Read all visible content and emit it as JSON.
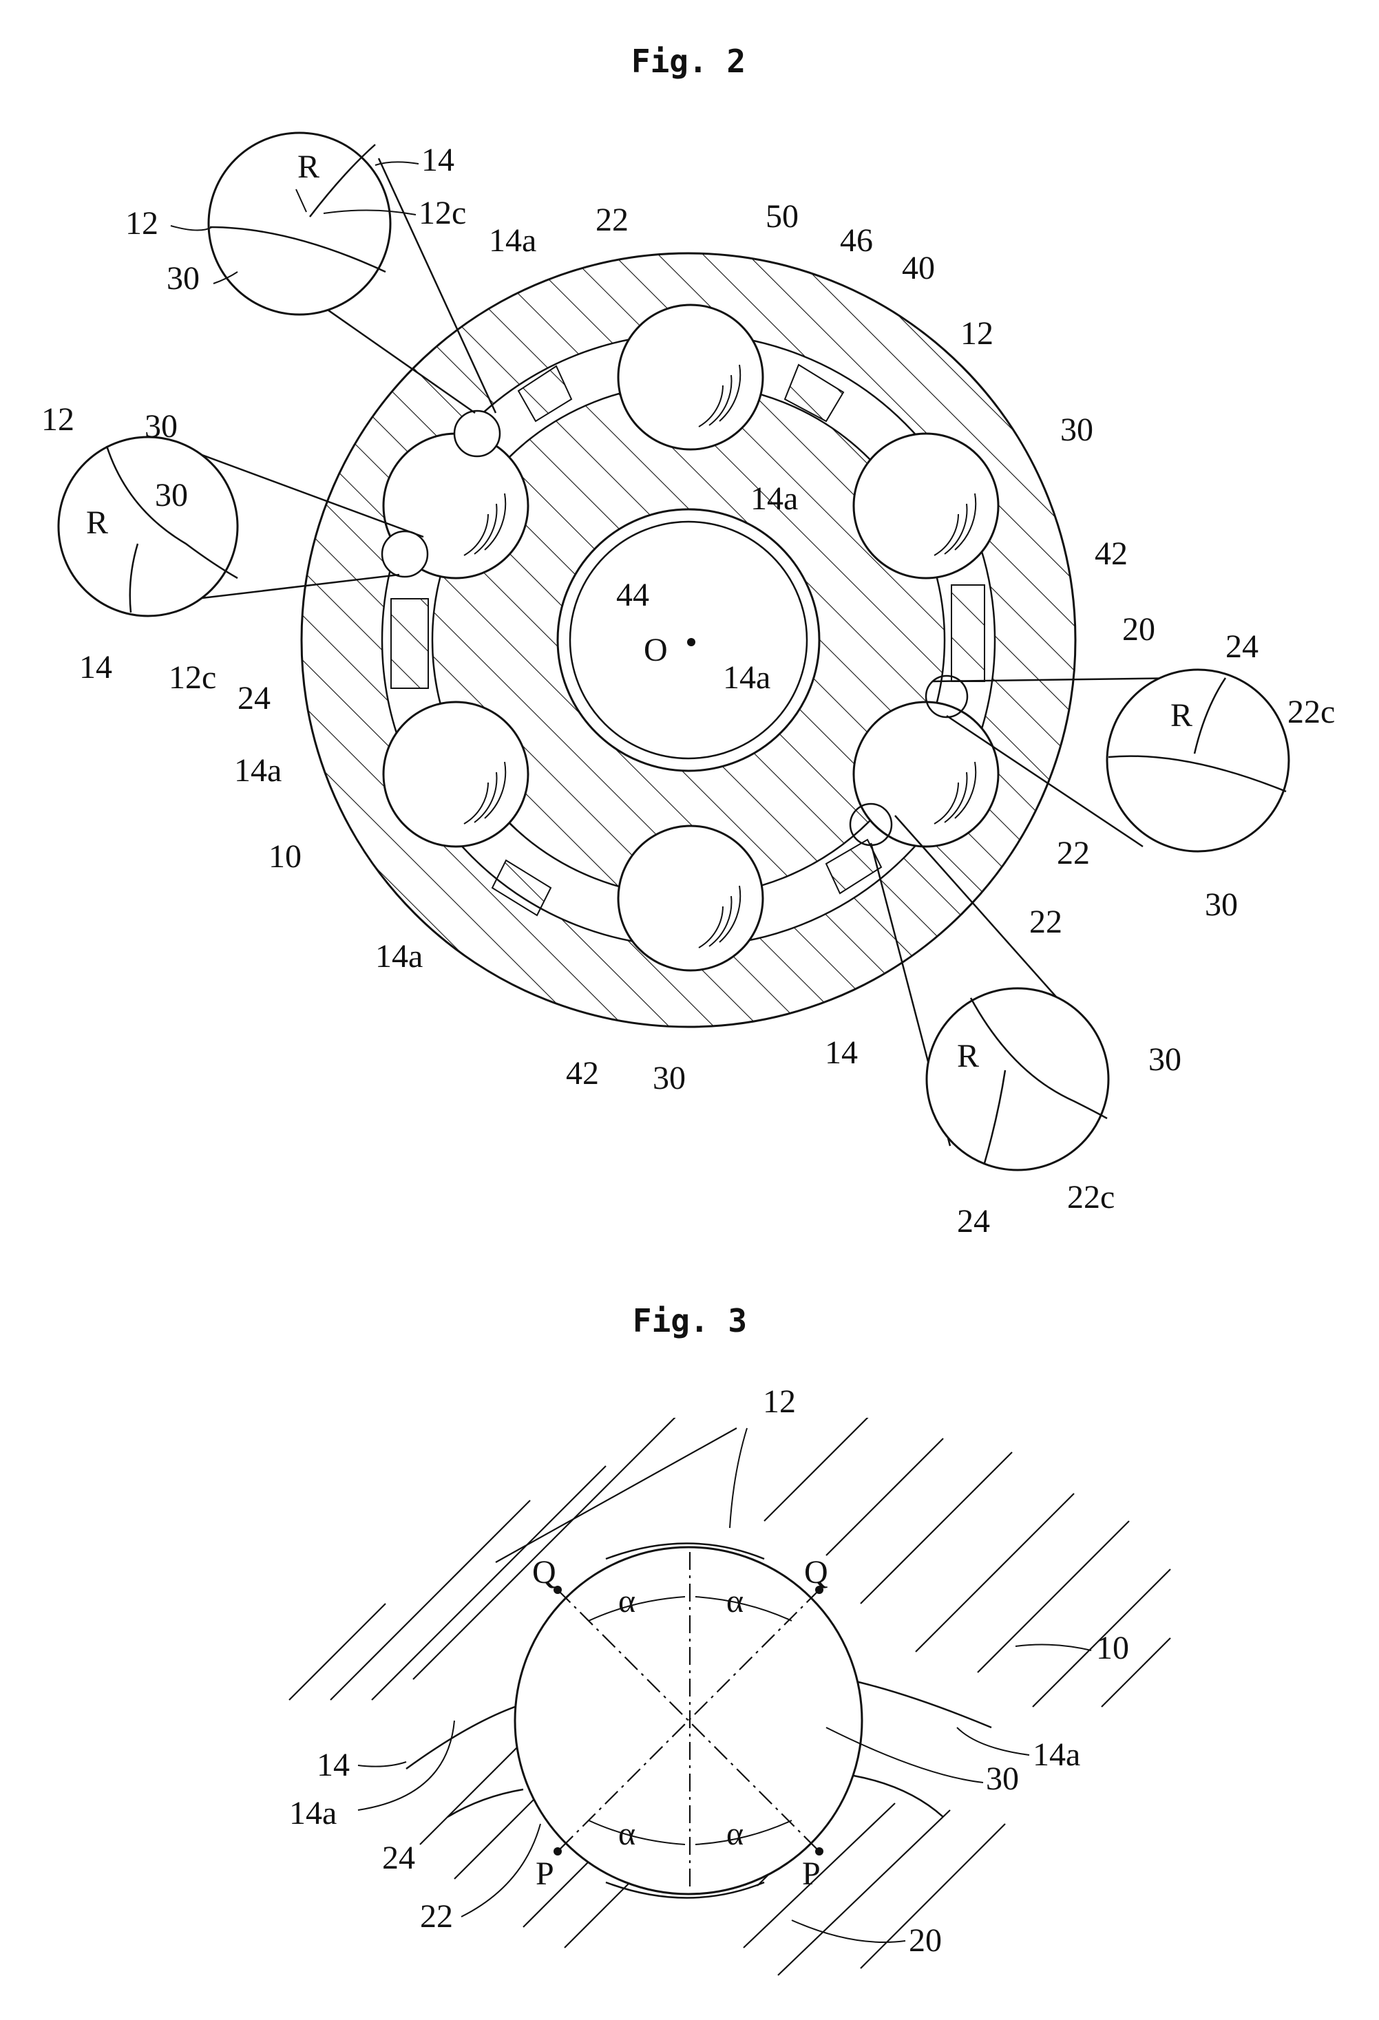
{
  "figures": [
    {
      "title": "Fig. 2",
      "labels": {
        "ring_outer": "10",
        "outer_groove": "12",
        "outer_groove_c": "12c",
        "outer_recess": "14",
        "outer_recess_a": "14a",
        "inner_ring": "20",
        "inner_groove": "22",
        "inner_groove_c": "22c",
        "inner_recess": "24",
        "ball": "30",
        "cage": "40",
        "cage_bar": "42",
        "cage_hole": "44",
        "cage_edge": "46",
        "gap": "50",
        "center": "O",
        "radius": "R"
      }
    },
    {
      "title": "Fig. 3",
      "labels": {
        "outer_ring": "10",
        "outer_groove": "12",
        "recess": "14",
        "recess_a": "14a",
        "inner_ring": "20",
        "inner_groove": "22",
        "inner_recess": "24",
        "ball": "30",
        "contact_q": "Q",
        "contact_p": "P",
        "angle": "α"
      }
    }
  ]
}
